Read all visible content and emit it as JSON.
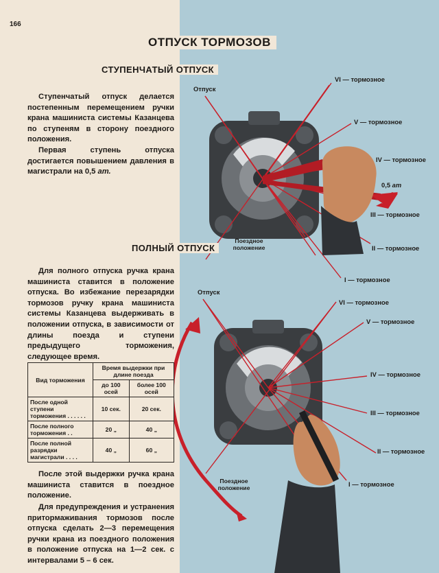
{
  "page_number": "166",
  "title": "ОТПУСК ТОРМОЗОВ",
  "section1": {
    "heading": "СТУПЕНЧАТЫЙ ОТПУСК",
    "p1": "Ступенчатый отпуск делается постепенным перемещением ручки крана машиниста системы Казанцева по ступеням в сторону поездного положения.",
    "p2_prefix": "Первая ступень отпуска достигается повышением давления в магистрали на 0,5 ",
    "p2_unit": "ат."
  },
  "section2": {
    "heading": "ПОЛНЫЙ ОТПУСК",
    "p1": "Для полного отпуска ручка крана машиниста ставится в положение отпуска. Во избежание перезарядки тормозов ручку крана машиниста системы Казанцева выдерживать в положении отпуска, в зависимости от длины поезда и ступени предыдущего торможения, следующее время.",
    "p2": "После этой выдержки ручка крана машиниста ставится в поездное положение.",
    "p3": "Для предупреждения и устранения притормаживания тормозов после отпуска сделать 2—3 перемещения ручки крана из поездного положения в положение отпуска на 1—2 сек. с интервалами 5 – 6 сек."
  },
  "table": {
    "col_kind": "Вид торможения",
    "col_time": "Время выдержки при длине поезда",
    "sub1": "до 100 осей",
    "sub2": "более 100 осей",
    "rows": [
      {
        "kind": "После одной ступени торможения . . . . . .",
        "a": "10 сек.",
        "b": "20 сек."
      },
      {
        "kind": "После полного торможения . .",
        "a": "20 „",
        "b": "40 „"
      },
      {
        "kind": "После полной разрядки магистрали . . . .",
        "a": "40 „",
        "b": "60 „"
      }
    ]
  },
  "diagram1": {
    "release": "Отпуск",
    "vi": "VI — тормозное",
    "v": "V — тормозное",
    "iv": "IV — тормозное",
    "pressure": "0,5",
    "pressure_unit": "ат",
    "iii": "III — тормозное",
    "ii": "II — тормозное",
    "i": "I — тормозное",
    "train": "Поездное положение"
  },
  "diagram2": {
    "release": "Отпуск",
    "vi": "VI — тормозное",
    "v": "V — тормозное",
    "iv": "IV — тормозное",
    "iii": "III — тормозное",
    "ii": "II — тормозное",
    "i": "I — тормозное",
    "train": "Поездное положение"
  },
  "colors": {
    "accent_red": "#c8202a",
    "panel_blue": "#aecbd6",
    "paper": "#f1e7d8"
  }
}
